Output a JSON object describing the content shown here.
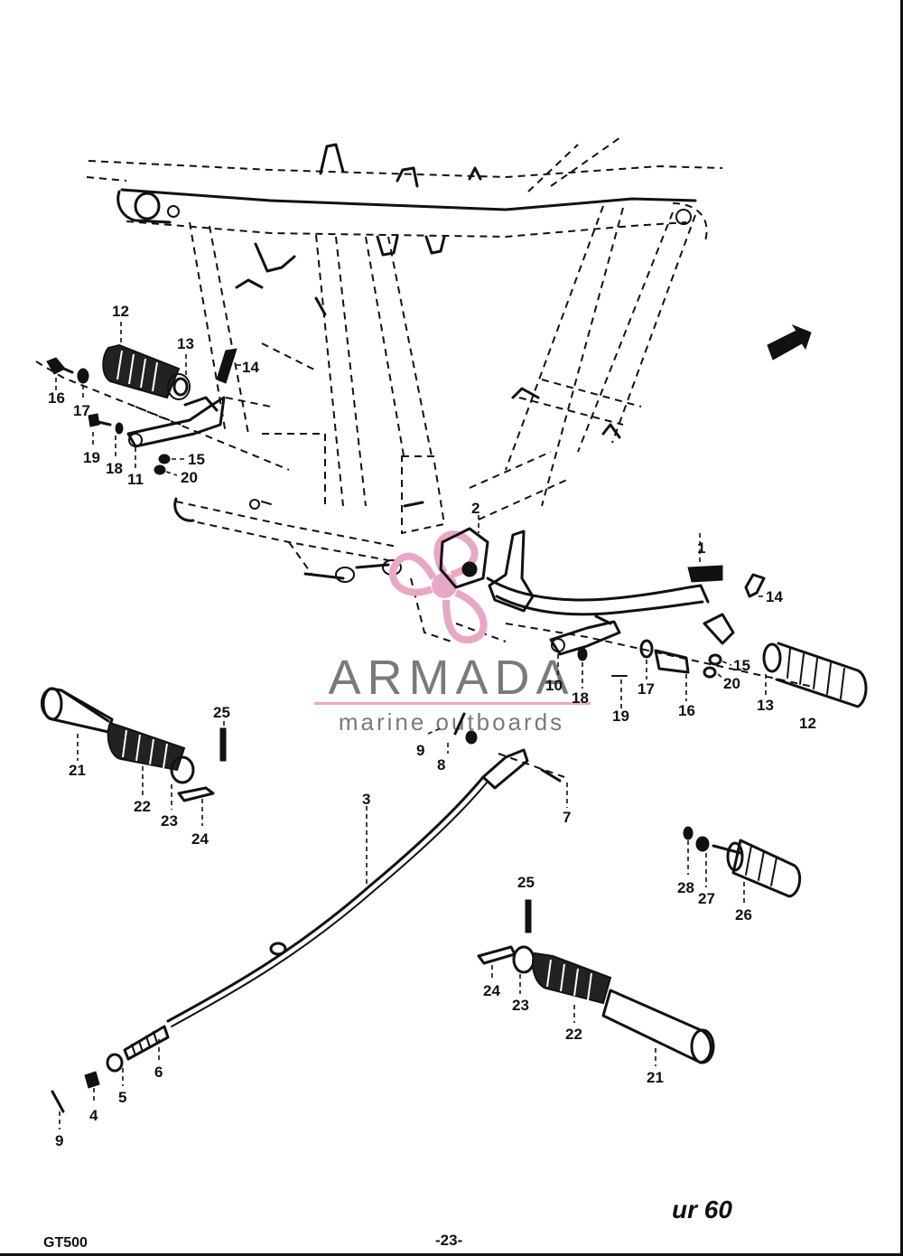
{
  "watermark": {
    "brand": "ARMADA",
    "tagline": "marine outboards",
    "logo_color": "#e9a7c6",
    "text_color": "#7a7a7a",
    "rule_color": "#e9a7c6"
  },
  "footer": {
    "model": "GT500",
    "page_number": "-23-",
    "code": "ur 60"
  },
  "callouts": {
    "c1": "1",
    "c2": "2",
    "c3": "3",
    "c4": "4",
    "c5": "5",
    "c6": "6",
    "c7": "7",
    "c8": "8",
    "c9a": "9",
    "c9b": "9",
    "c10": "10",
    "c11": "11",
    "c12a": "12",
    "c12b": "12",
    "c13a": "13",
    "c13b": "13",
    "c14a": "14",
    "c14b": "14",
    "c15a": "15",
    "c15b": "15",
    "c16a": "16",
    "c16b": "16",
    "c17a": "17",
    "c17b": "17",
    "c18a": "18",
    "c18b": "18",
    "c19a": "19",
    "c19b": "19",
    "c20a": "20",
    "c20b": "20",
    "c21a": "21",
    "c21b": "21",
    "c22a": "22",
    "c22b": "22",
    "c23a": "23",
    "c23b": "23",
    "c24a": "24",
    "c24b": "24",
    "c25a": "25",
    "c25b": "25",
    "c26": "26",
    "c27": "27",
    "c28": "28"
  }
}
